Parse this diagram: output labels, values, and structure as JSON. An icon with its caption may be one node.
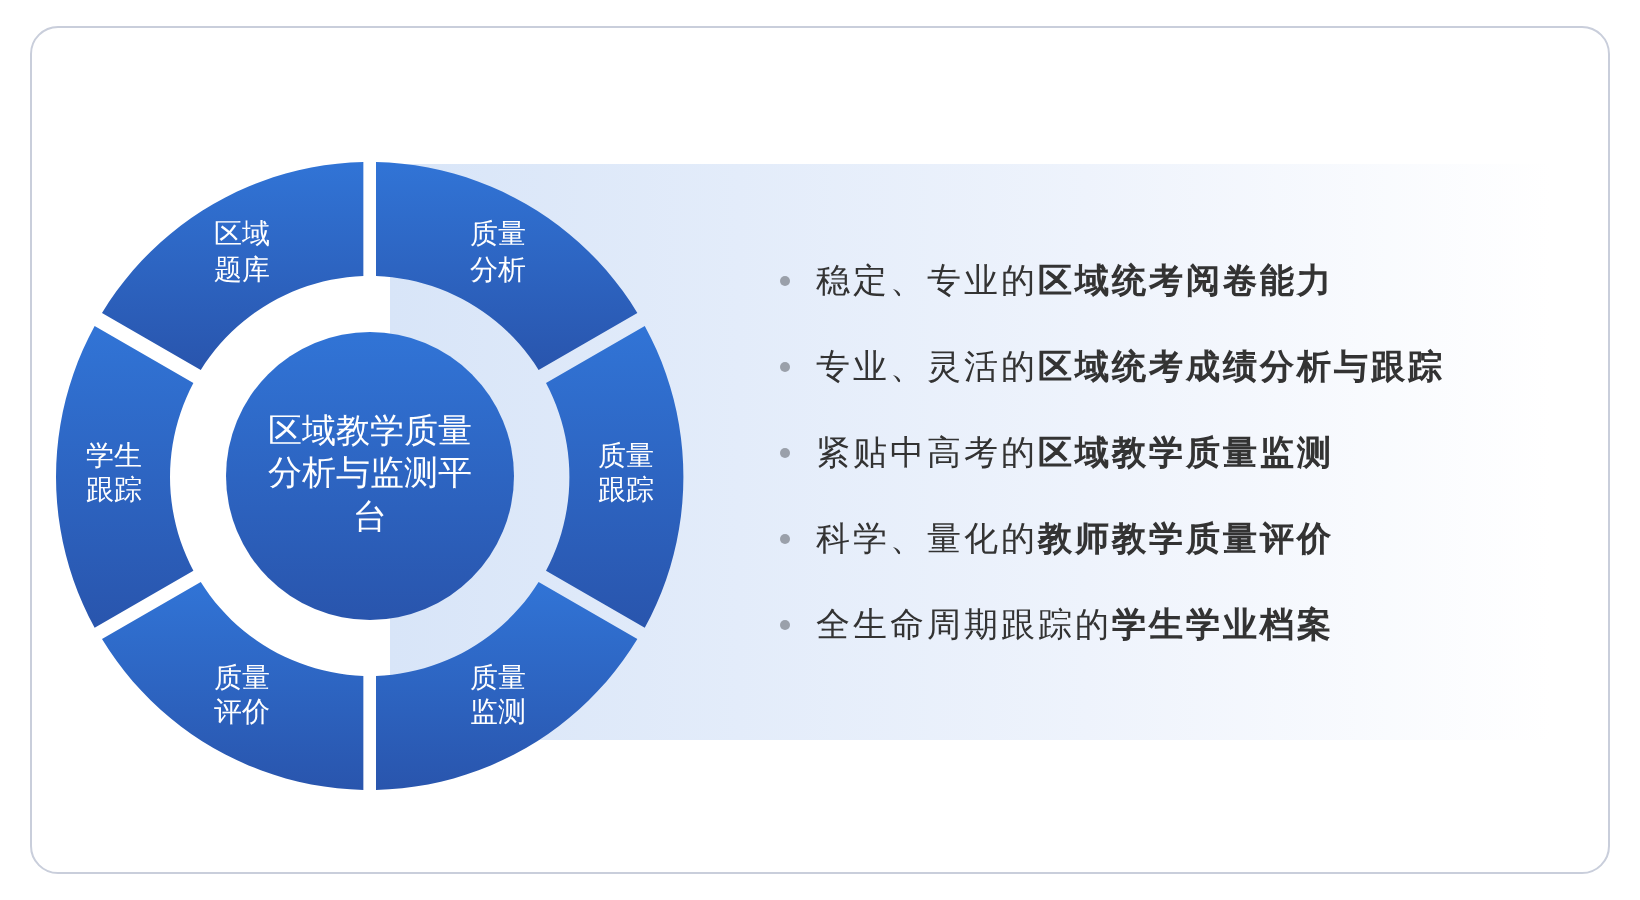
{
  "diagram": {
    "nodes": [
      {
        "text": [
          "区域题库"
        ]
      },
      {
        "text": [
          "质量分析"
        ]
      },
      {
        "text": [
          "学生跟踪"
        ]
      },
      {
        "text": [
          "区域教学质量分析与监测平台"
        ]
      },
      {
        "text": [
          "质量跟踪"
        ]
      },
      {
        "text": [
          "质量评价"
        ]
      },
      {
        "text": [
          "质量监测"
        ]
      }
    ],
    "labels": [
      "稳定、专业的**区域统考阅卷能力**",
      "专业、灵活的**区域统考成绩分析与跟踪**",
      "紧贴中高考的**区域教学质量监测**",
      "科学、量化的**教师教学质量评价**",
      "全生命周期跟踪的**学生学业档案**"
    ]
  }
}
